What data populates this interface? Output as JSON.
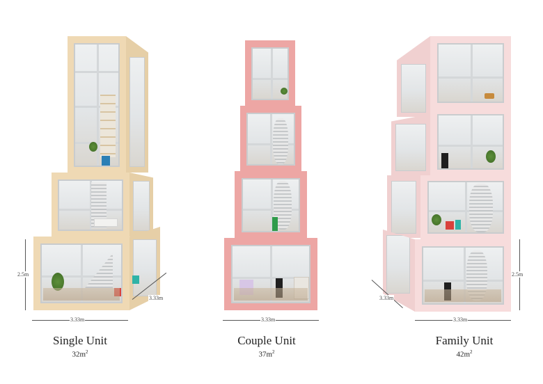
{
  "units": [
    {
      "name": "Single Unit",
      "area_value": "32m",
      "area_exp": "2",
      "frame_color": "#efd9b4",
      "dimensions": {
        "height": "2.5m",
        "width": "3.33m",
        "depth": "3.33m"
      },
      "levels": 3
    },
    {
      "name": "Couple Unit",
      "area_value": "37m",
      "area_exp": "2",
      "frame_color": "#eda6a4",
      "dimensions": {
        "width": "3.33m"
      },
      "levels": 4
    },
    {
      "name": "Family Unit",
      "area_value": "42m",
      "area_exp": "2",
      "frame_color": "#f7dcdc",
      "dimensions": {
        "height": "2.5m",
        "width": "3.33m",
        "depth": "3.33m"
      },
      "levels": 4
    }
  ]
}
